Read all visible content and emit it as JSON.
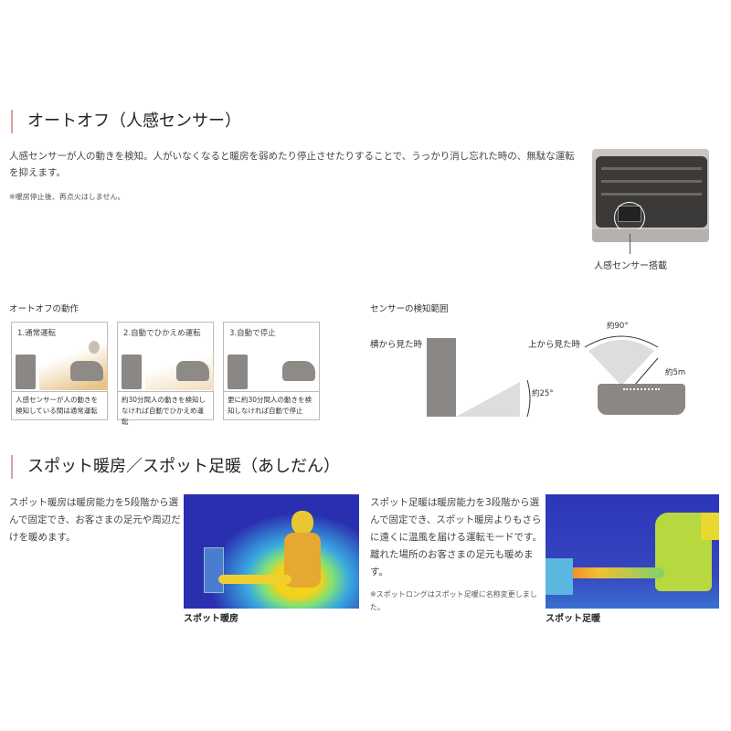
{
  "section1": {
    "title": "オートオフ（人感センサー）",
    "description": "人感センサーが人の動きを検知。人がいなくなると暖房を弱めたり停止させたりすることで、うっかり消し忘れた時の、無駄な運転を抑えます。",
    "note": "※暖房停止後、再点火はしません。",
    "sensor_caption": "人感センサー搭載",
    "operation": {
      "heading": "オートオフの動作",
      "panels": [
        {
          "title": "1.通常運転",
          "text": "人感センサーが人の動きを検知している間は通常運転"
        },
        {
          "title": "2.自動でひかえめ運転",
          "text": "約30分間人の動きを検知しなければ自動でひかえめ運転"
        },
        {
          "title": "3.自動で停止",
          "text": "更に約30分間人の動きを検知しなければ自動で停止"
        }
      ]
    },
    "range": {
      "heading": "センサーの検知範囲",
      "side_label": "横から見た時",
      "side_angle": "約25°",
      "top_label": "上から見た時",
      "top_angle": "約90°",
      "distance": "約5m"
    }
  },
  "section2": {
    "title": "スポット暖房／スポット足暖（あしだん）",
    "spot": {
      "text": "スポット暖房は暖房能力を5段階から選んで固定でき、お客さまの足元や周辺だけを暖めます。",
      "caption": "スポット暖房"
    },
    "foot": {
      "text": "スポット足暖は暖房能力を3段階から選んで固定でき、スポット暖房よりもさらに遠くに温風を届ける運転モードです。離れた場所のお客さまの足元も暖めます。",
      "note": "※スポットロングはスポット足暖に名称変更しました。",
      "caption": "スポット足暖"
    }
  },
  "colors": {
    "accent_bar": "#d9a0a0",
    "warm_zone": "#e8c48a",
    "thermal_bg": "#2a2fb0"
  }
}
